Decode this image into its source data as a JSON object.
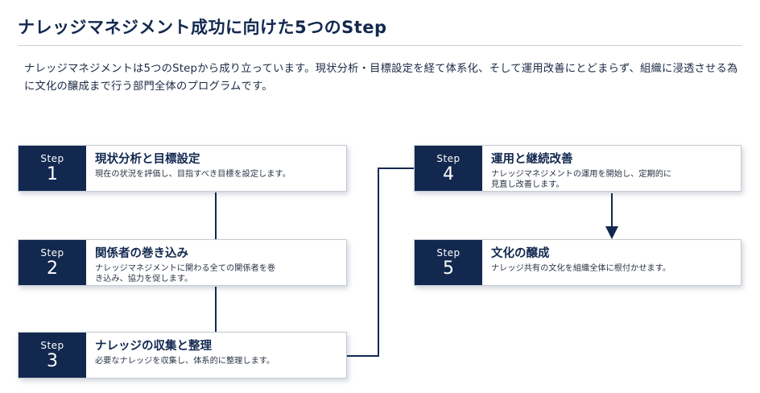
{
  "title": "ナレッジマネジメント成功に向けた5つのStep",
  "intro": "ナレッジマネジメントは5つのStepから成り立っています。現状分析・目標設定を経て体系化、そして運用改善にとどまらず、組織に浸透させる為に文化の醸成まで行う部門全体のプログラムです。",
  "step_word": "Step",
  "colors": {
    "badge": "#13284f",
    "connector": "#13284f",
    "title": "#12284f"
  },
  "steps": [
    {
      "num": "1",
      "title": "現状分析と目標設定",
      "desc": "現在の状況を評価し、目指すべき目標を設定します。"
    },
    {
      "num": "2",
      "title": "関係者の巻き込み",
      "desc": "ナレッジマネジメントに関わる全ての関係者を巻き込み、協力を促します。"
    },
    {
      "num": "3",
      "title": "ナレッジの収集と整理",
      "desc": "必要なナレッジを収集し、体系的に整理します。"
    },
    {
      "num": "4",
      "title": "運用と継続改善",
      "desc": "ナレッジマネジメントの運用を開始し、定期的に見直し改善します。"
    },
    {
      "num": "5",
      "title": "文化の醸成",
      "desc": "ナレッジ共有の文化を組織全体に根付かせます。"
    }
  ]
}
